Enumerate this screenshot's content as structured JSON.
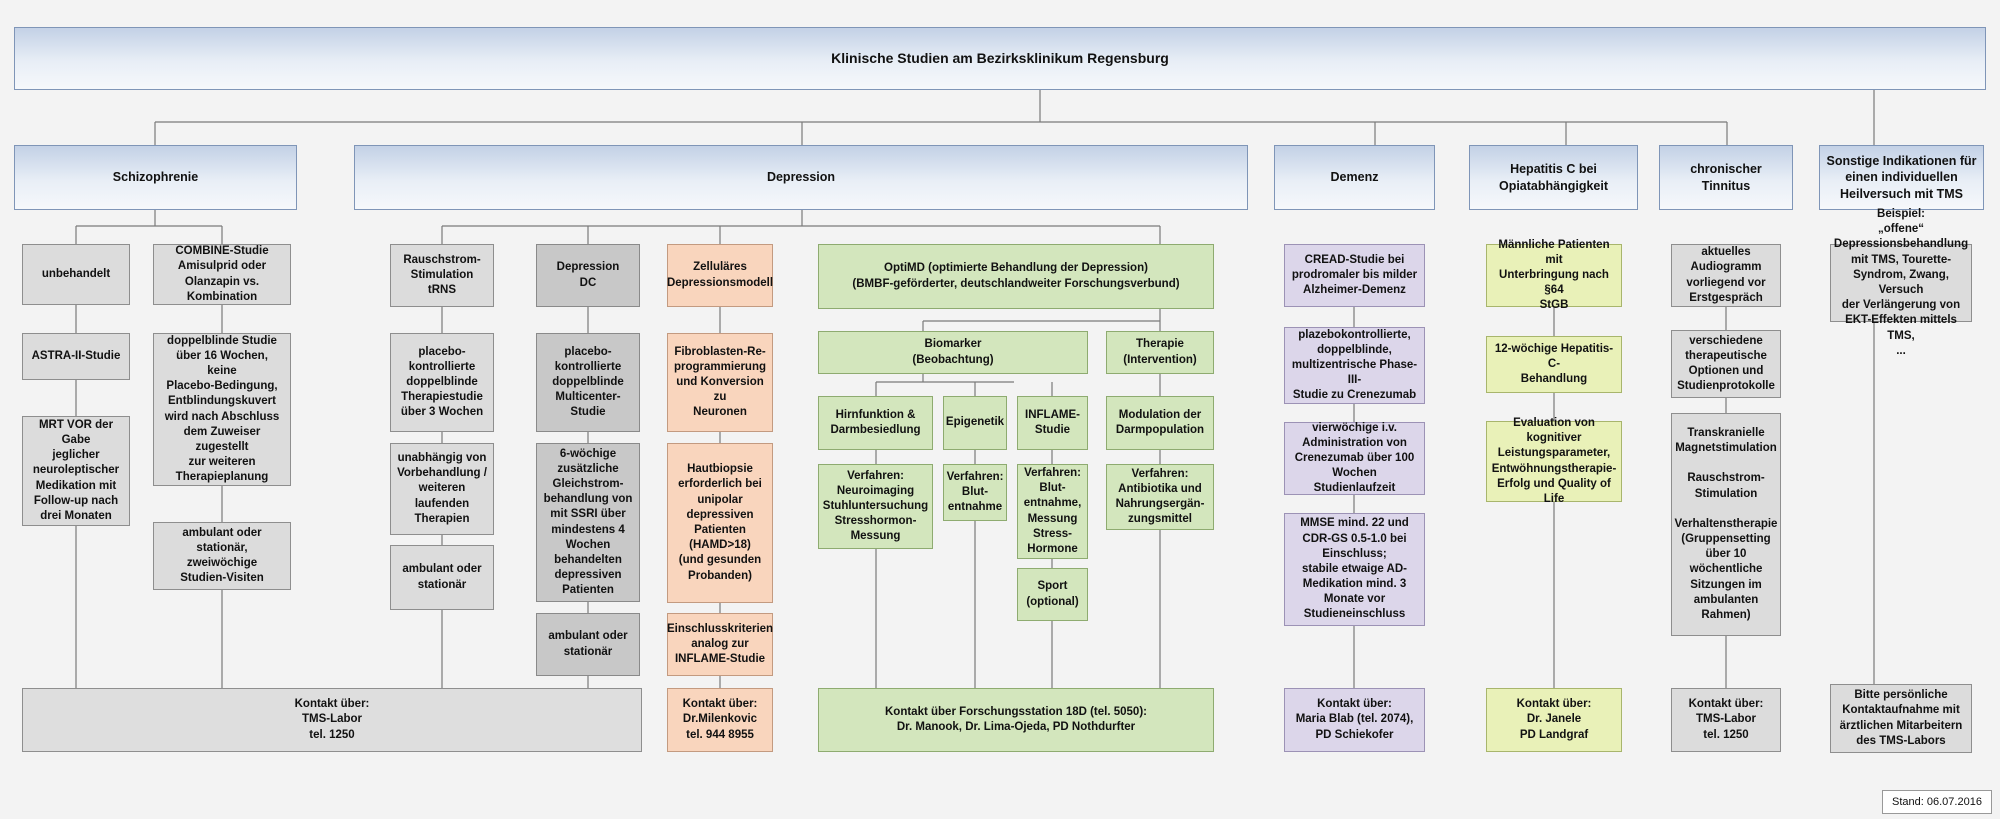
{
  "title": "Klinische Studien am Bezirksklinikum Regensburg",
  "categories": {
    "schizophrenie": "Schizophrenie",
    "depression": "Depression",
    "demenz": "Demenz",
    "hepatitis": "Hepatitis C bei\nOpiatabhängigkeit",
    "tinnitus": "chronischer Tinnitus",
    "sonstige": "Sonstige Indikationen für\neinen individuellen\nHeilversuch mit TMS"
  },
  "schizophrenie": {
    "unbehandelt": "unbehandelt",
    "astra": "ASTRA-II-Studie",
    "mrt": "MRT VOR der Gabe\njeglicher\nneuroleptischer\nMedikation mit\nFollow-up nach\ndrei Monaten",
    "combine": "COMBINE-Studie\nAmisulprid oder\nOlanzapin vs.\nKombination",
    "doppelblind": "doppelblinde Studie\nüber 16 Wochen, keine\nPlacebo-Bedingung,\nEntblindungskuvert\nwird nach Abschluss\ndem Zuweiser zugestellt\nzur weiteren\nTherapieplanung",
    "ambulant": "ambulant oder\nstationär, zweiwöchige\nStudien-Visiten"
  },
  "depression": {
    "trns": "Rauschstrom-\nStimulation\ntRNS",
    "trns_placebo": "placebo-\nkontrollierte\ndoppelblinde\nTherapiestudie\nüber 3 Wochen",
    "trns_unabh": "unabhängig von\nVorbehandlung /\nweiteren\nlaufenden\nTherapien",
    "trns_amb": "ambulant oder\nstationär",
    "dc": "Depression\nDC",
    "dc_placebo": "placebo-\nkontrollierte\ndoppelblinde\nMulticenter-Studie",
    "dc_6wo": "6-wöchige\nzusätzliche\nGleichstrom-\nbehandlung von\nmit SSRI über\nmindestens 4\nWochen\nbehandelten\ndepressiven\nPatienten",
    "dc_amb": "ambulant oder\nstationär",
    "zell": "Zelluläres\nDepressionsmodell",
    "zell_fibro": "Fibroblasten-Re-\nprogrammierung\nund Konversion zu\nNeuronen",
    "zell_haut": "Hautbiopsie\nerforderlich bei\nunipolar\ndepressiven\nPatienten\n(HAMD>18)\n(und gesunden\nProbanden)",
    "zell_einschluss": "Einschlusskriterien\nanalog zur\nINFLAME-Studie",
    "zell_kontakt": "Kontakt über:\nDr.Milenkovic\ntel. 944 8955",
    "optimd": "OptiMD (optimierte Behandlung der Depression)\n(BMBF-geförderter, deutschlandweiter Forschungsverbund)",
    "biomarker": "Biomarker\n(Beobachtung)",
    "therapie": "Therapie\n(Intervention)",
    "hirn": "Hirnfunktion &\nDarmbesiedlung",
    "epigenetik": "Epigenetik",
    "inflame": "INFLAME-\nStudie",
    "modulation": "Modulation der\nDarmpopulation",
    "verf_hirn": "Verfahren:\nNeuroimaging\nStuhluntersuchung\nStresshormon-\nMessung",
    "verf_epi": "Verfahren:\nBlut-\nentnahme",
    "verf_inflame": "Verfahren:\nBlut-\nentnahme,\nMessung\nStress-\nHormone",
    "verf_therapie": "Verfahren:\nAntibiotika und\nNahrungsergän-\nzungsmittel",
    "sport": "Sport\n(optional)",
    "kontakt_tms": "Kontakt über:\nTMS-Labor\ntel. 1250",
    "kontakt_optimd": "Kontakt über Forschungsstation 18D (tel. 5050):\nDr. Manook, Dr. Lima-Ojeda, PD Nothdurfter"
  },
  "demenz": {
    "cread": "CREAD-Studie bei\nprodromaler bis milder\nAlzheimer-Demenz",
    "plazebo": "plazebokontrollierte,\ndoppelblinde,\nmultizentrische  Phase-III-\nStudie zu Crenezumab",
    "vierwoechig": "vierwöchige i.v.\nAdministration von\nCrenezumab über 100\nWochen Studienlaufzeit",
    "mmse": "MMSE mind. 22 und\nCDR-GS 0.5-1.0 bei\nEinschluss;\nstabile etwaige AD-\nMedikation mind. 3\nMonate vor\nStudieneinschluss",
    "kontakt": "Kontakt über:\nMaria Blab (tel. 2074),\nPD Schiekofer"
  },
  "hepatitis": {
    "patienten": "Männliche Patienten mit\nUnterbringung nach §64\nStGB",
    "behandlung": "12-wöchige Hepatitis-C-\nBehandlung",
    "evaluation": "Evaluation von kognitiver\nLeistungsparameter,\nEntwöhnungstherapie-\nErfolg und Quality of Life",
    "kontakt": "Kontakt über:\nDr. Janele\nPD Landgraf"
  },
  "tinnitus": {
    "audiogramm": "aktuelles\nAudiogramm\nvorliegend vor\nErstgespräch",
    "optionen": "verschiedene\ntherapeutische\nOptionen und\nStudienprotokolle",
    "therapien": "Transkranielle\nMagnetstimulation\n\nRauschstrom-\nStimulation\n\nVerhaltenstherapie\n(Gruppensetting\nüber 10\nwöchentliche\nSitzungen im\nambulanten\nRahmen)",
    "kontakt": "Kontakt über:\nTMS-Labor\ntel. 1250"
  },
  "sonstige": {
    "beispiel": "Beispiel:\n„offene“\nDepressionsbehandlung\nmit TMS, Tourette-\nSyndrom, Zwang, Versuch\nder Verlängerung von\nEKT-Effekten mittels TMS,\n...",
    "kontakt": "Bitte persönliche\nKontaktaufnahme mit\närztlichen Mitarbeitern\ndes TMS-Labors"
  },
  "stand": "Stand: 06.07.2016"
}
